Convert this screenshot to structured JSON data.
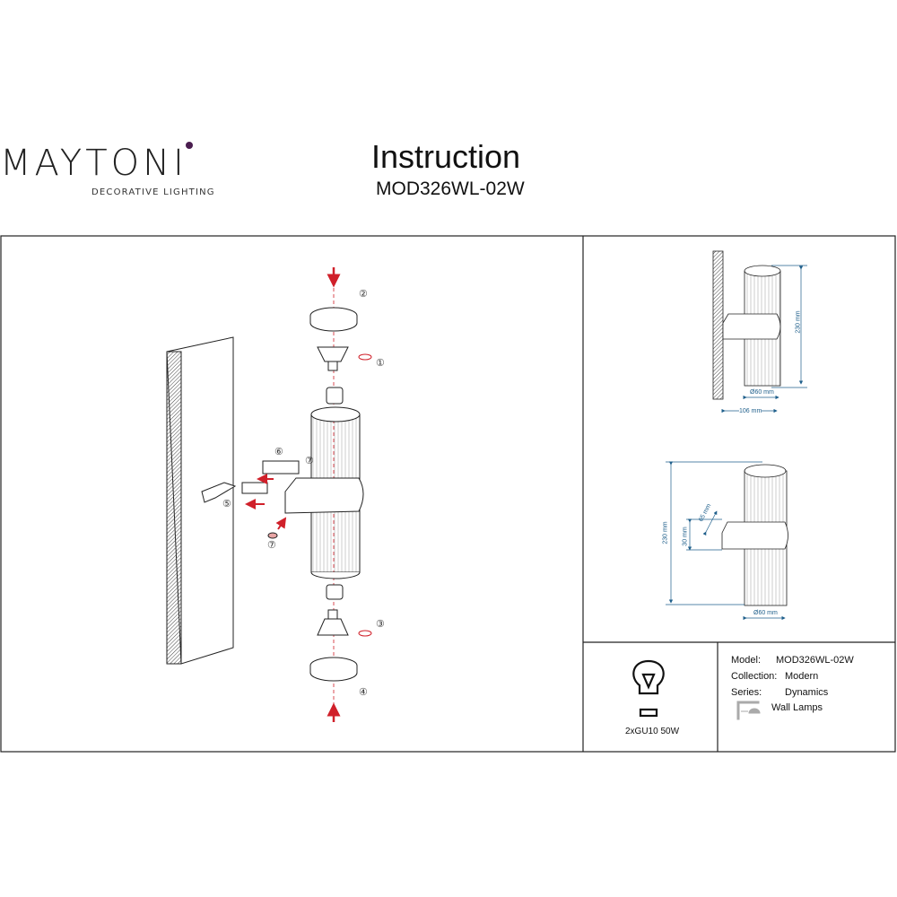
{
  "header": {
    "brand": "MAYTONI",
    "brand_tagline": "DECORATIVE LIGHTING",
    "title": "Instruction",
    "model_code": "MOD326WL-02W"
  },
  "assembly": {
    "steps": [
      "①",
      "②",
      "③",
      "④",
      "⑤",
      "⑥",
      "⑦",
      "⑦"
    ]
  },
  "dimensions_side": {
    "height": "230 mm",
    "diameter": "Ø60 mm",
    "depth": "106 mm"
  },
  "dimensions_front": {
    "height": "230 mm",
    "mount_height": "30 mm",
    "mount_spacing": "65 mm",
    "diameter": "Ø60 mm"
  },
  "bulb": {
    "icon": "light-bulb-icon",
    "spec": "2xGU10 50W"
  },
  "specs": {
    "model_label": "Model:",
    "model_value": "MOD326WL-02W",
    "collection_label": "Collection:",
    "collection_value": "Modern",
    "series_label": "Series:",
    "series_value": "Dynamics",
    "type_icon": "wall-lamp-icon",
    "type_value": "Wall Lamps"
  },
  "colors": {
    "arrow": "#d0202a",
    "dimension": "#1f5f8b",
    "brand_dot": "#4a1d4f"
  }
}
